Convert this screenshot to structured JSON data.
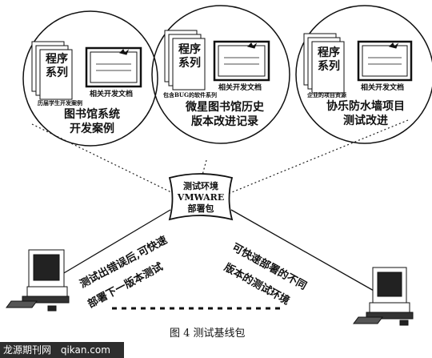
{
  "circles": [
    {
      "id": "library",
      "title_lines": [
        "图书馆系统",
        "开发案例"
      ],
      "program_text": "程序系列",
      "program_chars": [
        "程",
        "序",
        "系",
        "列"
      ],
      "sub_label": "历届学生开发案例",
      "doc_label": "相关开发文档"
    },
    {
      "id": "weixing",
      "title_lines": [
        "微星图书馆历史",
        "版本改进记录"
      ],
      "program_text": "程序系列",
      "program_chars": [
        "程",
        "序",
        "系",
        "列"
      ],
      "sub_label": "包含BUG的软件系列",
      "doc_label": "相关开发文档"
    },
    {
      "id": "xiele",
      "title_lines": [
        "协乐防水墙项目",
        "测试改进"
      ],
      "program_text": "程序系列",
      "program_chars": [
        "程",
        "序",
        "系",
        "列"
      ],
      "sub_label": "企业的项目资源",
      "doc_label": "相关开发文档"
    }
  ],
  "package": {
    "lines": [
      "测试环境",
      "VMWARE",
      "部署包"
    ]
  },
  "left_note": "测试出错误后,可快速部署下一版本测试",
  "left_note_lines": [
    "测试出错误后,可快速",
    "部署下一版本测试"
  ],
  "right_note": "可快速部署的不同版本的测试环境",
  "right_note_lines": [
    "可快速部署的不同",
    "版本的测试环境"
  ],
  "caption": "图 4   测试基线包",
  "watermark": {
    "brand": "龙源期刊网",
    "site": "qikan.com"
  }
}
